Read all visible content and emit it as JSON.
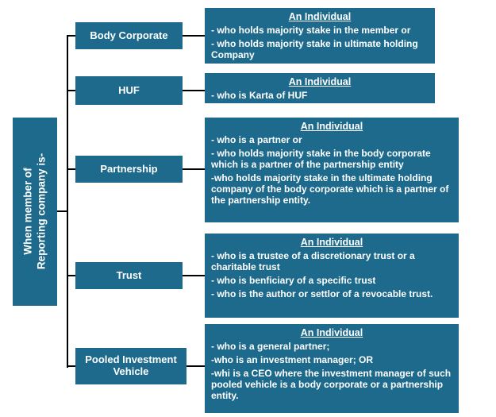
{
  "colors": {
    "box_fill": "#1d6a8c",
    "box_text": "#ffffff",
    "connector": "#000000",
    "background": "#ffffff"
  },
  "root": {
    "label_line1": "When member of",
    "label_line2": "Reporting company is-"
  },
  "branches": [
    {
      "label": "Body Corporate",
      "detail": {
        "title": "An Individual",
        "items": [
          "- who holds majority stake in the member or",
          "- who holds majority stake in ultimate holding Company"
        ]
      }
    },
    {
      "label": "HUF",
      "detail": {
        "title": "An Individual",
        "items": [
          "- who is Karta of HUF"
        ]
      }
    },
    {
      "label": "Partnership",
      "detail": {
        "title": "An Individual",
        "items": [
          "- who is a partner or",
          "- who holds majority stake in the body corporate which is a partner of the partnership entity",
          "-who holds majority stake in the ultimate holding company of the body corporate which is a partner of the partnership entity."
        ]
      }
    },
    {
      "label": "Trust",
      "detail": {
        "title": "An Individual",
        "items": [
          "- who  is a trustee of a discretionary trust or a charitable trust",
          "- who is benficiary of a specific trust",
          "- who is the author or settlor of a revocable trust."
        ]
      }
    },
    {
      "label": "Pooled Investment Vehicle",
      "detail": {
        "title": "An Individual",
        "items": [
          "- who is a general partner;",
          "-who is  an investment manager; OR",
          "-whi is a CEO where the investment manager of such pooled vehicle is a body corporate or a partnership entity."
        ]
      }
    }
  ]
}
